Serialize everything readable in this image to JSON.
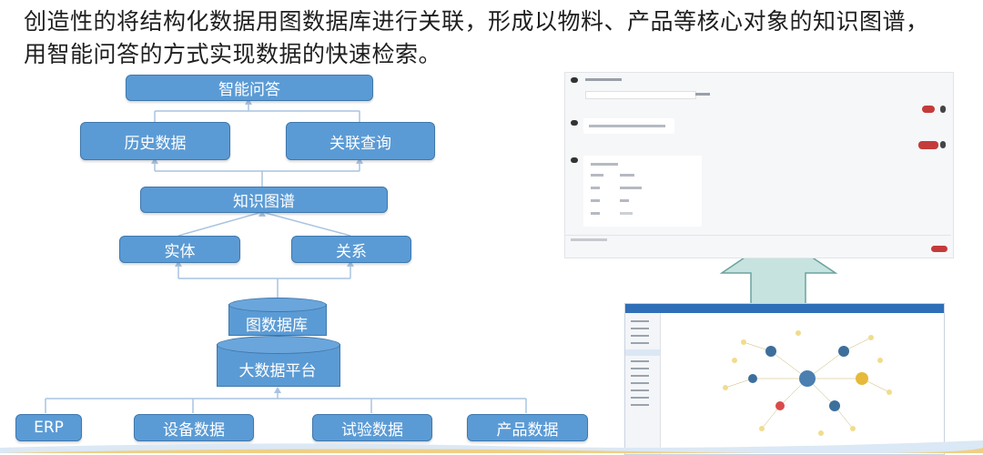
{
  "header": {
    "line1": "创造性的将结构化数据用图数据库进行关联，形成以物料、产品等核心对象的知识图谱，",
    "line2": "用智能问答的方式实现数据的快速检索。"
  },
  "diagram": {
    "nodes": {
      "smart_qa": "智能问答",
      "history": "历史数据",
      "relation_query": "关联查询",
      "knowledge_graph": "知识图谱",
      "entity": "实体",
      "relation": "关系",
      "graph_db": "图数据库",
      "big_data": "大数据平台",
      "erp": "ERP",
      "equipment": "设备数据",
      "test": "试验数据",
      "product": "产品数据"
    }
  },
  "colors": {
    "box_fill": "#5b9bd5",
    "box_border": "#3f78ad",
    "connector": "#a9c4e0",
    "big_arrow": "#c6e3e0",
    "send_button": "#c43b3b"
  }
}
